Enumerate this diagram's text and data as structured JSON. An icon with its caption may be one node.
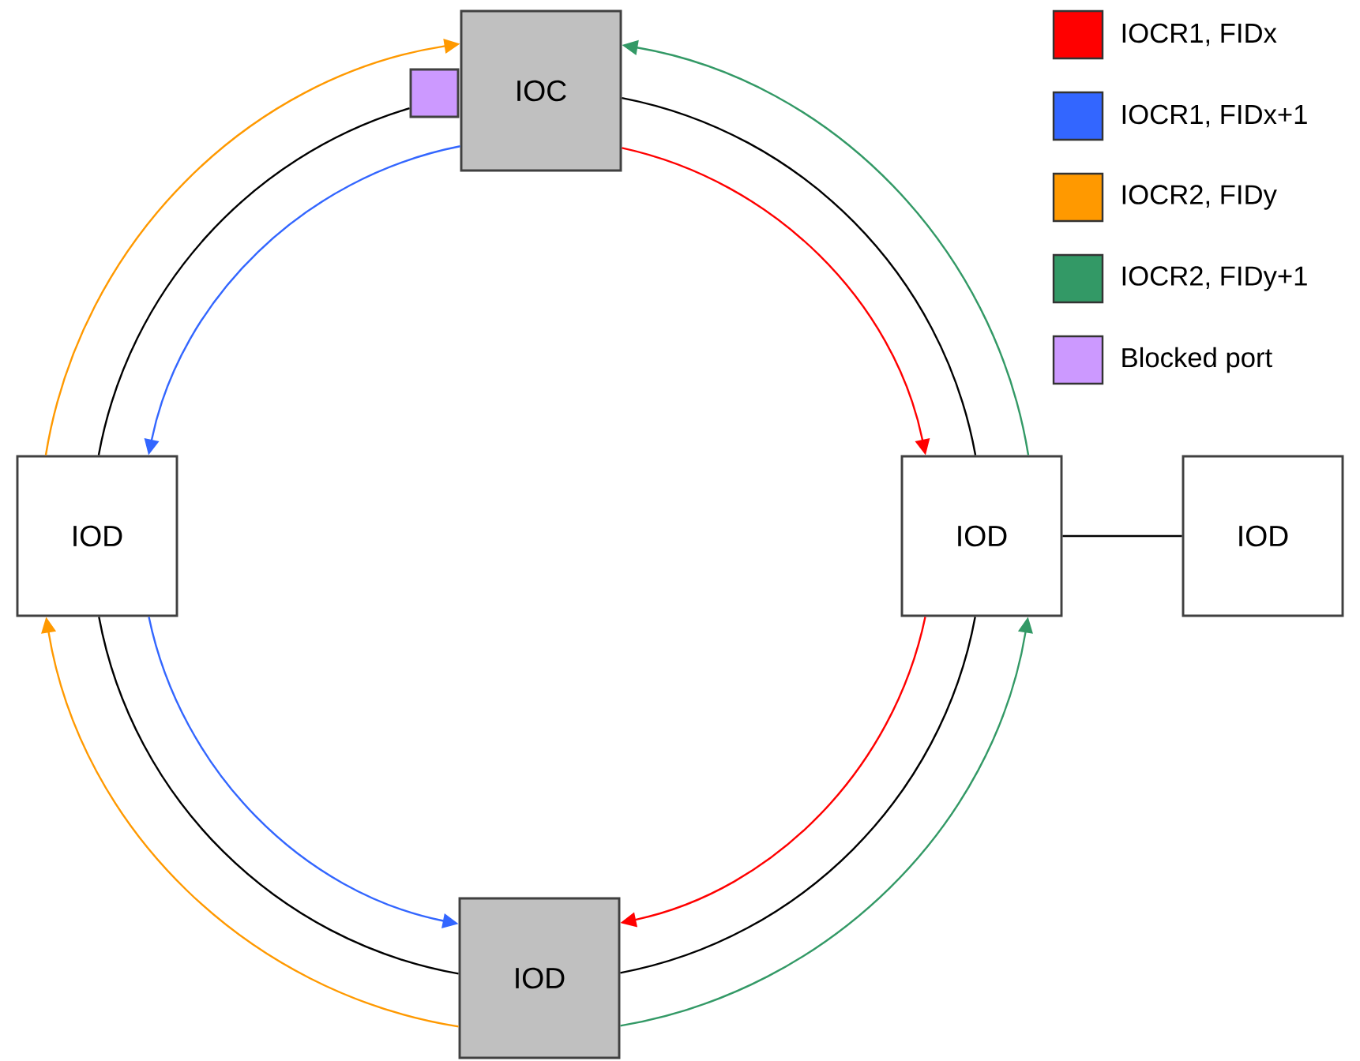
{
  "diagram": {
    "nodes": [
      {
        "text": [
          "IOC"
        ]
      },
      {
        "text": [],
        "shape": "box"
      },
      {
        "text": [
          "IOD"
        ]
      },
      {
        "text": [
          "IOD"
        ]
      },
      {
        "text": [
          "IOD"
        ]
      },
      {
        "text": [
          "IOD"
        ]
      }
    ],
    "edges": [
      {
        "from": 0,
        "to": 3,
        "arrow": "none"
      },
      {
        "from": 3,
        "to": 5,
        "arrow": "none"
      },
      {
        "from": 5,
        "to": 2,
        "arrow": "none"
      },
      {
        "from": 2,
        "to": 1,
        "arrow": "none"
      },
      {
        "from": 3,
        "to": 4,
        "arrow": "none"
      },
      {
        "from": 0,
        "to": 3,
        "arrow": "to",
        "color": "#ff0000"
      },
      {
        "from": 3,
        "to": 5,
        "arrow": "to",
        "color": "#ff0000"
      },
      {
        "from": 0,
        "to": 2,
        "arrow": "to",
        "color": "#3366ff"
      },
      {
        "from": 2,
        "to": 5,
        "arrow": "to",
        "color": "#3366ff"
      },
      {
        "from": 5,
        "to": 2,
        "arrow": "to",
        "color": "#ff9900"
      },
      {
        "from": 2,
        "to": 0,
        "arrow": "to",
        "color": "#ff9900"
      },
      {
        "from": 5,
        "to": 3,
        "arrow": "to",
        "color": "#339966"
      },
      {
        "from": 3,
        "to": 0,
        "arrow": "to",
        "color": "#339966"
      }
    ],
    "legend": [
      {
        "text": "IOCR1, FIDx",
        "color": "#ff0000"
      },
      {
        "text": "IOCR1, FIDx+1",
        "color": "#3366ff"
      },
      {
        "text": "IOCR2, FIDy",
        "color": "#ff9900"
      },
      {
        "text": "IOCR2, FIDy+1",
        "color": "#339966"
      },
      {
        "text": "Blocked port",
        "color": "#cc99ff"
      }
    ]
  }
}
